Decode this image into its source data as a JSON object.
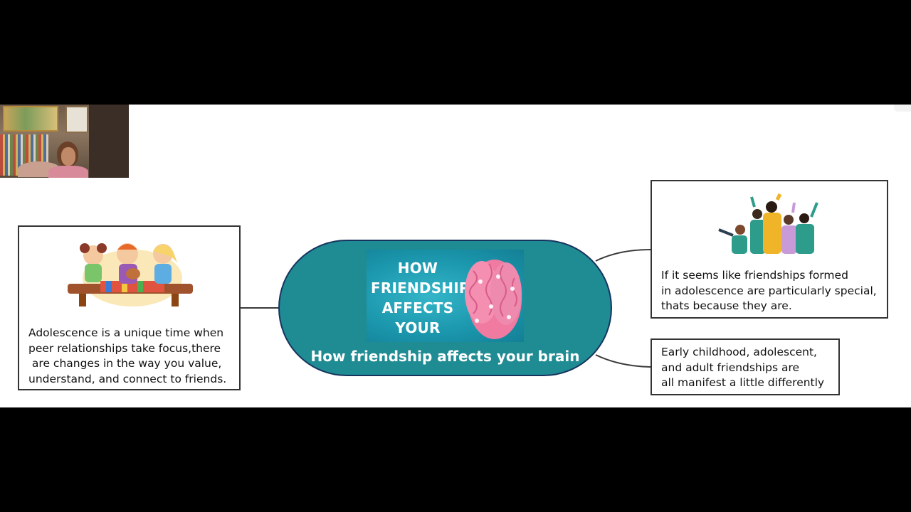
{
  "central": {
    "poster_title": "HOW\nFRIENDSHIP\nAFFECTS\nYOUR BRAIN",
    "label": "How friendship affects your brain",
    "fill_color": "#1f8b93",
    "border_color": "#17345e"
  },
  "left_node": {
    "text": "Adolescence is a unique time when\npeer relationships take focus,there\n are changes in the way you value,\nunderstand, and connect to friends.",
    "image": "children-playing-guitar-illustration"
  },
  "right_top_node": {
    "text": "If it seems like friendships formed\nin adolescence are particularly special,\nthats because they are.",
    "image": "cheering-friends-group-illustration"
  },
  "right_bottom_node": {
    "text": "Early childhood, adolescent,\nand adult friendships are\nall manifest a little differently"
  },
  "webcam": {
    "icon": "webcam-video-feed"
  }
}
